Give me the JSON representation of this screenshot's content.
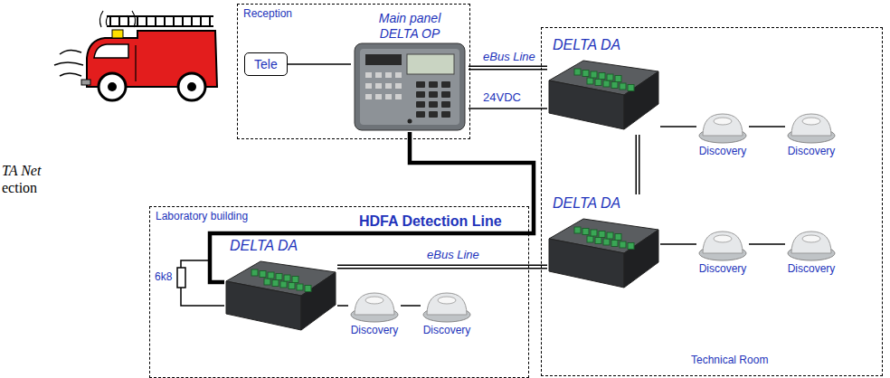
{
  "diagram": {
    "nodes": [
      {
        "text": [
          "Reception"
        ]
      },
      {
        "text": [
          "Tele"
        ],
        "in": 0
      },
      {
        "text": [
          "Main panel DELTA OP"
        ],
        "in": 0
      },
      {
        "text": [
          "Technical Room"
        ]
      },
      {
        "text": [
          "DELTA DA"
        ],
        "in": 3
      },
      {
        "text": [
          "Discovery"
        ],
        "in": 3
      },
      {
        "text": [
          "Discovery"
        ],
        "in": 3
      },
      {
        "text": [
          "DELTA DA"
        ],
        "in": 3
      },
      {
        "text": [
          "Discovery"
        ],
        "in": 3
      },
      {
        "text": [
          "Discovery"
        ],
        "in": 3
      },
      {
        "text": [
          "Laboratory building"
        ]
      },
      {
        "text": [
          "DELTA DA"
        ],
        "in": 10
      },
      {
        "text": [
          "Discovery"
        ],
        "in": 10
      },
      {
        "text": [
          "Discovery"
        ],
        "in": 10
      }
    ],
    "edges": [
      {
        "from": 1,
        "to": 2,
        "arrow": "none"
      },
      {
        "from": 2,
        "to": 4,
        "label": "eBus Line",
        "arrow": "none"
      },
      {
        "from": 2,
        "to": 4,
        "label": "24VDC",
        "arrow": "none"
      },
      {
        "from": 2,
        "to": 11,
        "label": "HDFA Detection Line",
        "arrow": "none"
      },
      {
        "from": 4,
        "to": 7,
        "arrow": "none"
      },
      {
        "from": 7,
        "to": 11,
        "label": "eBus Line",
        "arrow": "none"
      },
      {
        "from": 4,
        "to": 5,
        "arrow": "none"
      },
      {
        "from": 5,
        "to": 6,
        "arrow": "none"
      },
      {
        "from": 7,
        "to": 8,
        "arrow": "none"
      },
      {
        "from": 8,
        "to": 9,
        "arrow": "none"
      },
      {
        "from": 11,
        "to": 12,
        "arrow": "none"
      },
      {
        "from": 12,
        "to": 13,
        "arrow": "none"
      }
    ],
    "labels": [
      "TA Net",
      "ection",
      "6k8"
    ]
  }
}
